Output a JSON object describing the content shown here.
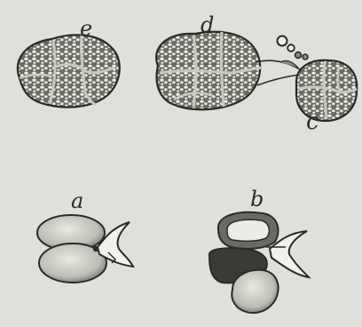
{
  "figure_labels": {
    "e": "e",
    "d": "d",
    "c": "c",
    "a": "a",
    "b": "b"
  },
  "colors": {
    "background": "#e0e0da",
    "ink": "#2a2a2a",
    "cell_fill": "#6e6e66",
    "grain": "#efefe9",
    "wall": "#c9c9c1",
    "dark_cavity": "#3a3a36"
  }
}
